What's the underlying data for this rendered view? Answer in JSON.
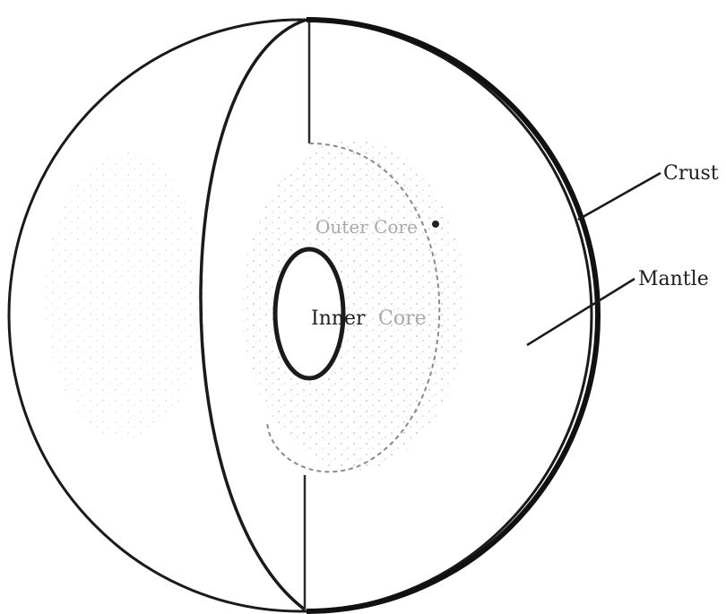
{
  "diagram": {
    "labels": {
      "crust": "Crust",
      "mantle": "Mantle",
      "outer_core": "Outer Core",
      "inner_core_first": "Inner",
      "inner_core_second": "Core"
    },
    "colors": {
      "outline": "#1a1a1a",
      "light_outline": "#8a8a8a",
      "stipple": "#b5b5b5",
      "background": "#ffffff"
    }
  }
}
